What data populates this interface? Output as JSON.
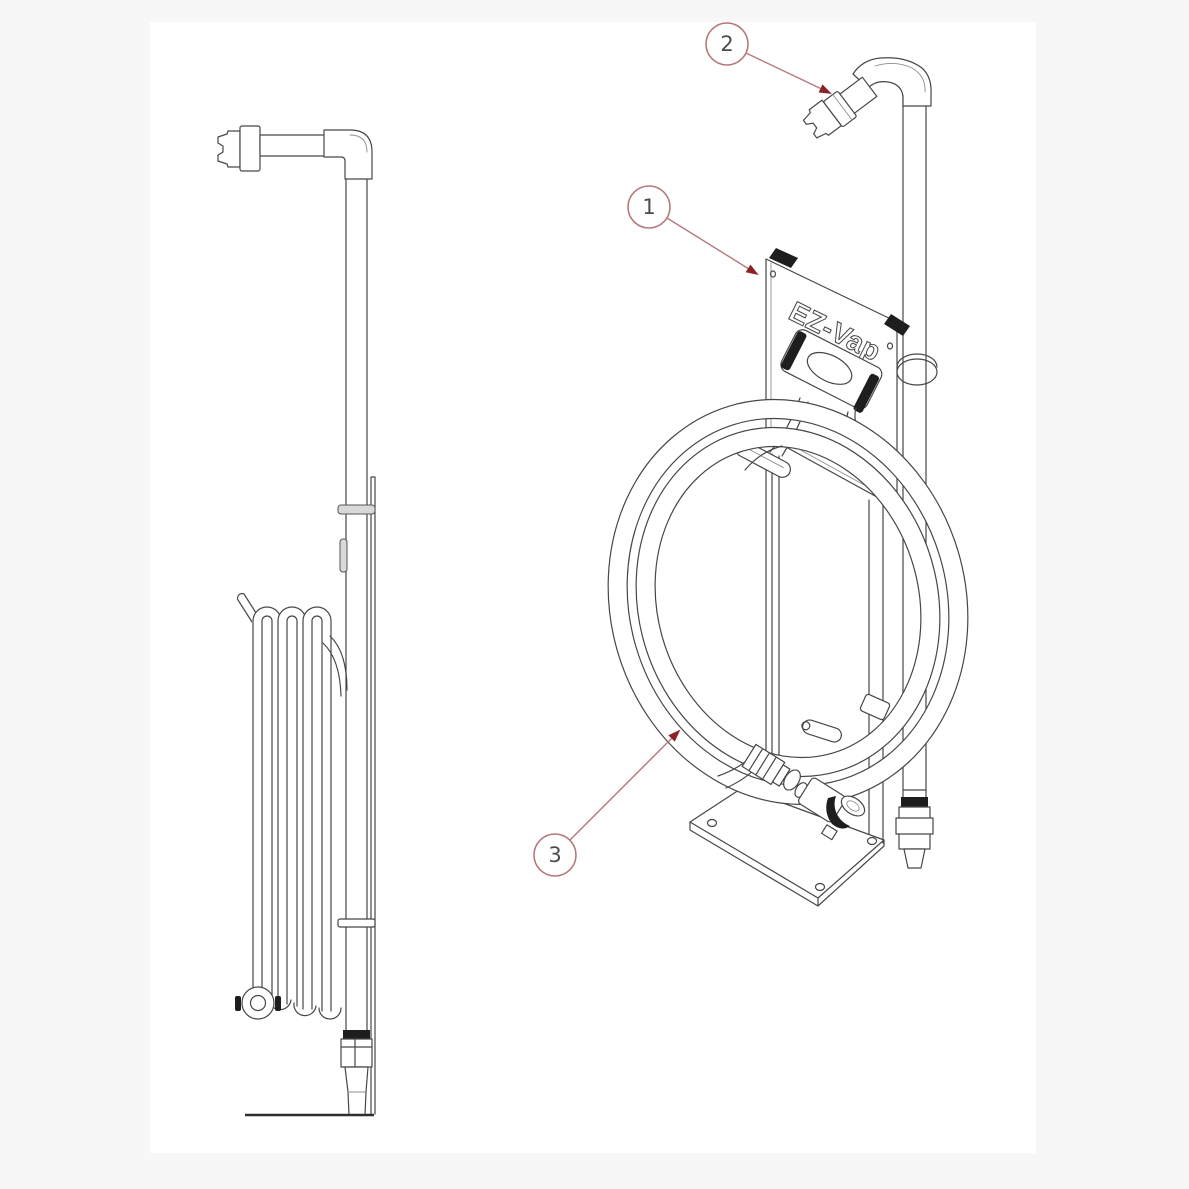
{
  "colors": {
    "page_background": "#f7f7f7",
    "canvas_background": "#ffffff",
    "drawing_line": "#47474a",
    "callout_stroke": "#b5797c",
    "arrowhead_fill": "#8e2125",
    "callout_number": "#4c4c4f"
  },
  "labels": {
    "product_logo": "EZ-Vap"
  },
  "callouts": [
    {
      "number": "1",
      "target": "mounting-plate"
    },
    {
      "number": "2",
      "target": "camlock-coupling"
    },
    {
      "number": "3",
      "target": "coiled-hose"
    }
  ],
  "views": [
    {
      "name": "side-view"
    },
    {
      "name": "front-isometric-view"
    }
  ]
}
